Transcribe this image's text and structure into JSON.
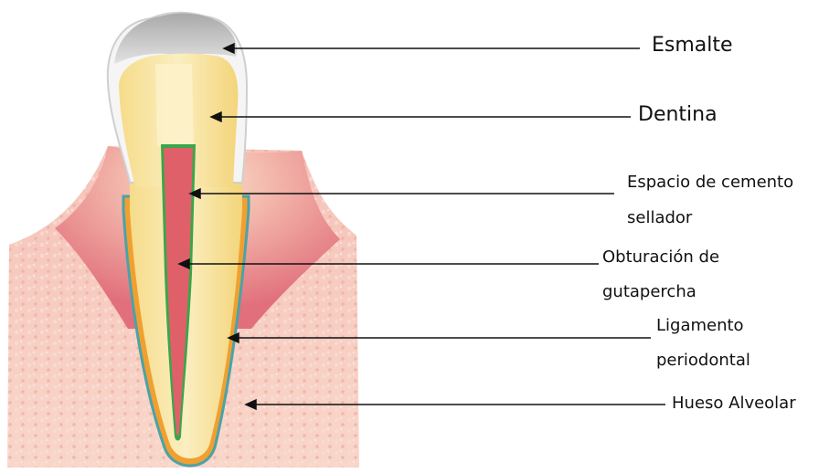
{
  "labels": {
    "esmalte": "Esmalte",
    "dentina": "Dentina",
    "espacio_line1": "Espacio de cemento",
    "espacio_line2": "sellador",
    "obturacion_line1": "Obturación de",
    "obturacion_line2": "gutapercha",
    "ligamento_line1": "Ligamento",
    "ligamento_line2": "periodontal",
    "hueso": "Hueso Alveolar"
  },
  "colors": {
    "enamel_top": "#c9c9c9",
    "enamel_shell": "#f4f4f4",
    "dentin": "#f7e39a",
    "dentin_light": "#fbefc0",
    "root_canal_fill": "#e0606a",
    "sealer": "#3aa64a",
    "gum": "#e27e86",
    "bone": "#f4c4bc",
    "ligament": "#f0a030",
    "ligament_outer": "#4aa3a8"
  }
}
